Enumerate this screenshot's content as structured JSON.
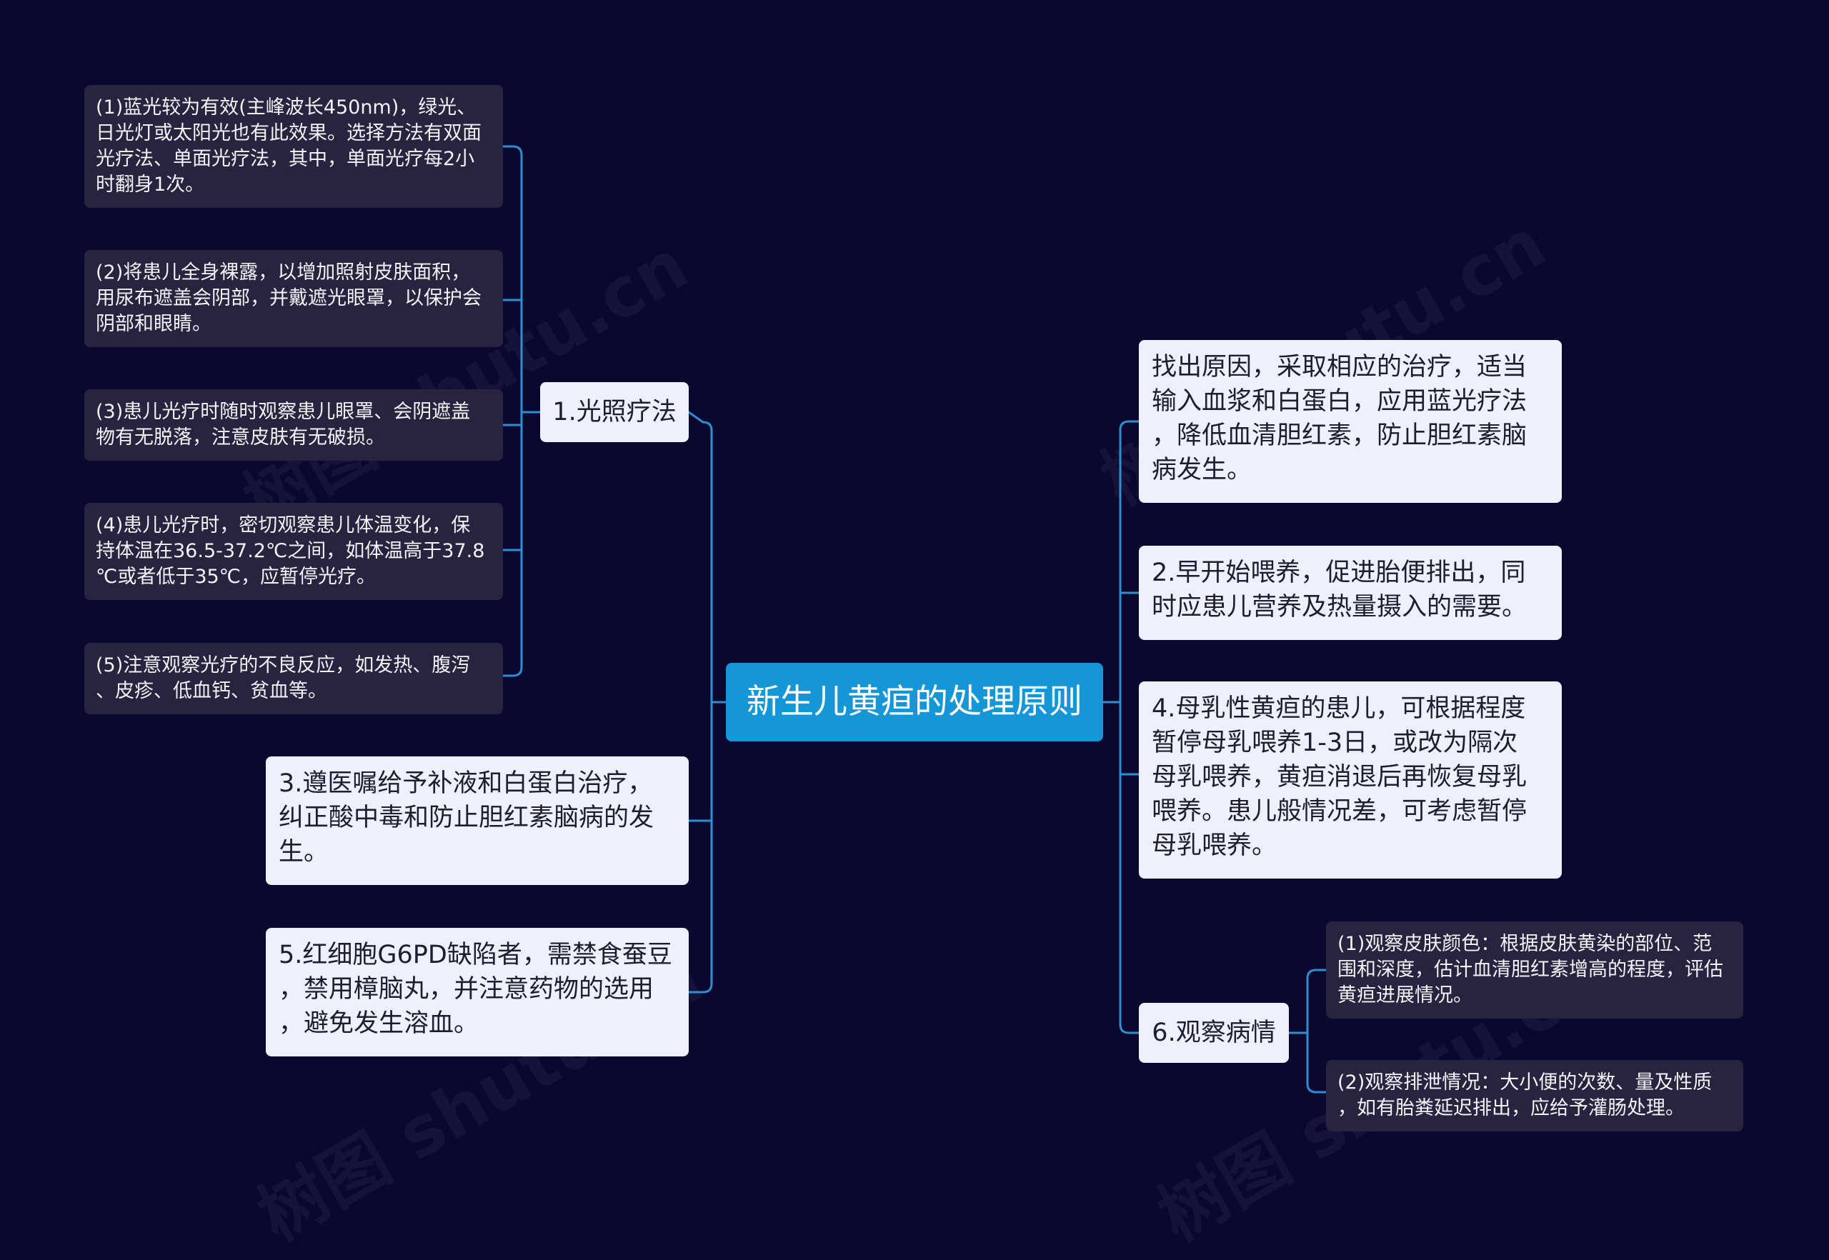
{
  "colors": {
    "background": "#0b0830",
    "connector": "#2d8fd0",
    "root": "#1596d6",
    "main_node": "#eef1fb",
    "leaf_node": "#28233f"
  },
  "root": {
    "label": "新生儿黄疸的处理原则"
  },
  "left": {
    "phototherapy": {
      "label": "1.光照疗法",
      "children": [
        "(1)蓝光较为有效(主峰波长450nm)，绿光、\n日光灯或太阳光也有此效果。选择方法有双面\n光疗法、单面光疗法，其中，单面光疗每2小\n时翻身1次。",
        "(2)将患儿全身裸露，以增加照射皮肤面积，\n用尿布遮盖会阴部，并戴遮光眼罩，以保护会\n阴部和眼睛。",
        "(3)患儿光疗时随时观察患儿眼罩、会阴遮盖\n物有无脱落，注意皮肤有无破损。",
        "(4)患儿光疗时，密切观察患儿体温变化，保\n持体温在36.5-37.2℃之间，如体温高于37.8\n℃或者低于35℃，应暂停光疗。",
        "(5)注意观察光疗的不良反应，如发热、腹泻\n、皮疹、低血钙、贫血等。"
      ]
    },
    "albumin": {
      "label": "3.遵医嘱给予补液和白蛋白治疗，\n纠正酸中毒和防止胆红素脑病的发\n生。"
    },
    "g6pd": {
      "label": "5.红细胞G6PD缺陷者，需禁食蚕豆\n，禁用樟脑丸，并注意药物的选用\n，避免发生溶血。"
    }
  },
  "right": {
    "cause": {
      "label": "找出原因，采取相应的治疗，适当\n输入血浆和白蛋白，应用蓝光疗法\n，降低血清胆红素，防止胆红素脑\n病发生。"
    },
    "feeding": {
      "label": "2.早开始喂养，促进胎便排出，同\n时应患儿营养及热量摄入的需要。"
    },
    "breastmilk": {
      "label": "4.母乳性黄疸的患儿，可根据程度\n暂停母乳喂养1-3日，或改为隔次\n母乳喂养，黄疸消退后再恢复母乳\n喂养。患儿般情况差，可考虑暂停\n母乳喂养。"
    },
    "observe": {
      "label": "6.观察病情",
      "children": [
        "(1)观察皮肤颜色：根据皮肤黄染的部位、范\n围和深度，估计血清胆红素增高的程度，评估\n黄疸进展情况。",
        "(2)观察排泄情况：大小便的次数、量及性质\n，如有胎粪延迟排出，应给予灌肠处理。"
      ]
    }
  },
  "watermark": "树图 shutu.cn"
}
